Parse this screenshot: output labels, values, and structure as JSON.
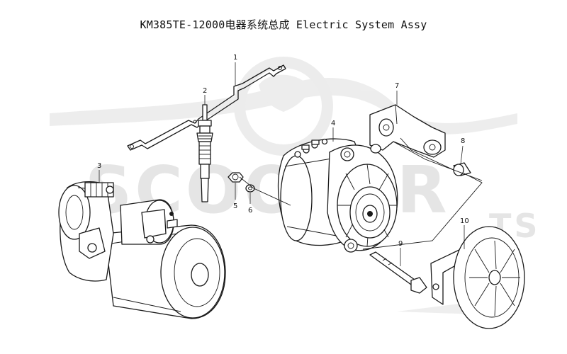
{
  "title": "KM385TE-12000电器系统总成 Electric System Assy",
  "watermark": {
    "text": "SCOOTER",
    "suffix": "TS",
    "color": "#e3e3e3"
  },
  "callouts": [
    "1",
    "2",
    "3",
    "4",
    "5",
    "6",
    "7",
    "8",
    "9",
    "10"
  ],
  "colors": {
    "line": "#1a1a1a",
    "background": "#ffffff"
  }
}
